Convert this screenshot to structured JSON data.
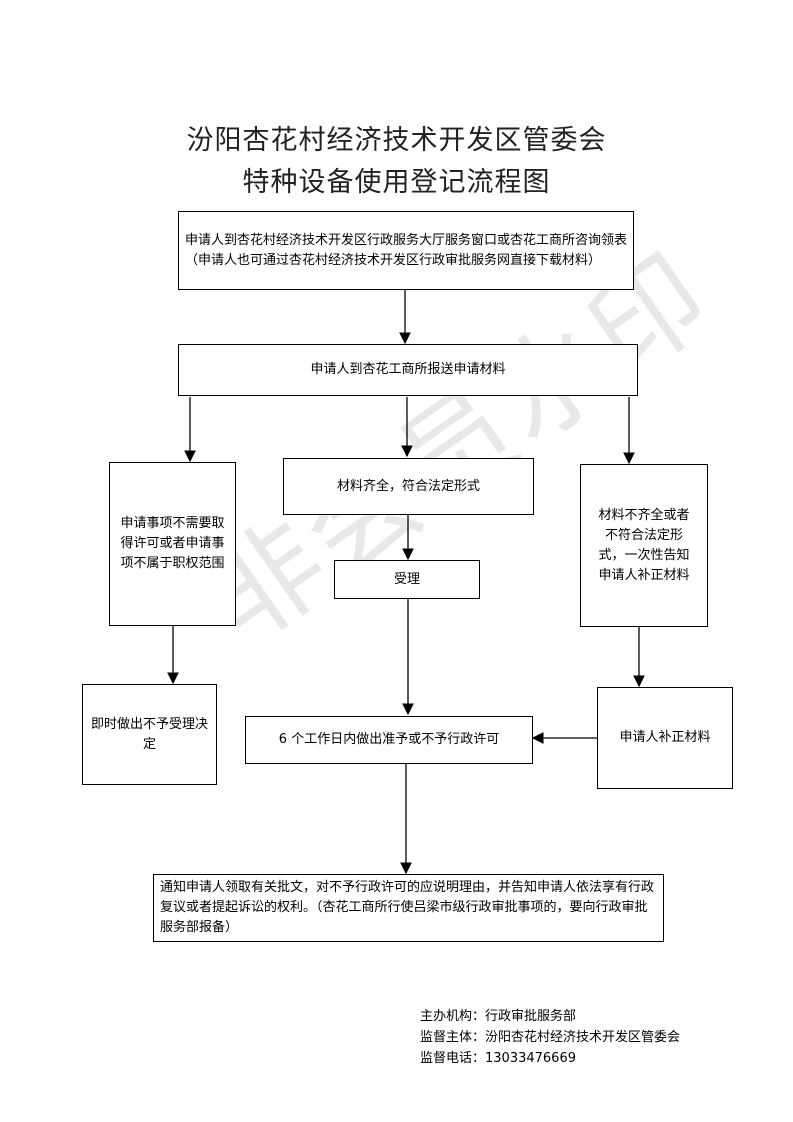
{
  "title": {
    "line1": "汾阳杏花村经济技术开发区管委会",
    "line2": "特种设备使用登记流程图"
  },
  "steps": {
    "consult": "申请人到杏花村经济技术开发区行政服务大厅服务窗口或杏花工商所咨询领表（申请人也可通过杏花村经济技术开发区行政审批服务网直接下载材料）",
    "submit": "申请人到杏花工商所报送申请材料",
    "not_required": "申请事项不需要取得许可或者申请事项不属于职权范围",
    "complete": "材料齐全，符合法定形式",
    "incomplete": "材料不齐全或者不符合法定形式，一次性告知申请人补正材料",
    "accept": "受理",
    "immediate_reject": "即时做出不予受理决定",
    "decision": "6 个工作日内做出准予或不予行政许可",
    "supplement": "申请人补正材料",
    "notify": "通知申请人领取有关批文，对不予行政许可的应说明理由，并告知申请人依法享有行政复议或者提起诉讼的权利。（杏花工商所行使吕梁市级行政审批事项的，要向行政审批服务部报备）"
  },
  "footer": {
    "organizer": "主办机构：行政审批服务部",
    "supervisor": "监督主体：汾阳杏花村经济技术开发区管委会",
    "phone": "监督电话：13033476669"
  },
  "watermark": "非会员水印"
}
